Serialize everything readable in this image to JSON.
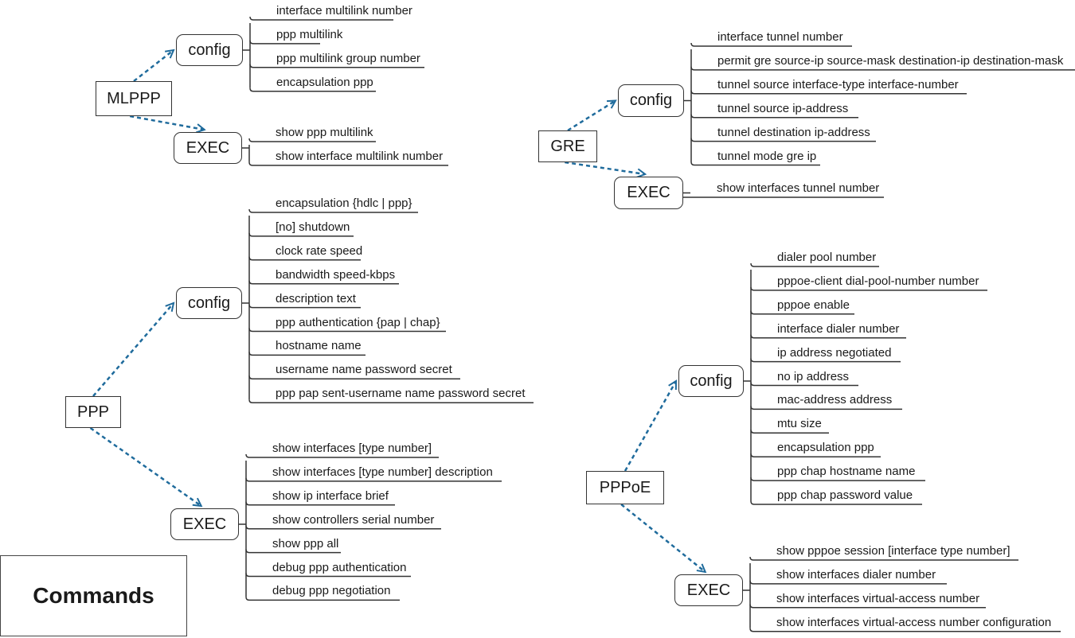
{
  "title": "Commands",
  "colors": {
    "arrow": "#1f6b9c",
    "line": "#333333"
  },
  "groups": [
    {
      "id": "mlppp",
      "name": "MLPPP",
      "modes": [
        {
          "label": "config",
          "commands": [
            "interface multilink number",
            "ppp multilink",
            "ppp multilink group number",
            "encapsulation ppp"
          ]
        },
        {
          "label": "EXEC",
          "commands": [
            "show ppp multilink",
            "show interface multilink number"
          ]
        }
      ]
    },
    {
      "id": "gre",
      "name": "GRE",
      "modes": [
        {
          "label": "config",
          "commands": [
            "interface tunnel number",
            "permit gre source-ip source-mask destination-ip destination-mask",
            "tunnel source interface-type interface-number",
            "tunnel source ip-address",
            "tunnel destination ip-address",
            "tunnel mode gre ip"
          ]
        },
        {
          "label": "EXEC",
          "commands": [
            "show interfaces tunnel number"
          ]
        }
      ]
    },
    {
      "id": "ppp",
      "name": "PPP",
      "modes": [
        {
          "label": "config",
          "commands": [
            "encapsulation {hdlc | ppp}",
            "[no] shutdown",
            "clock rate speed",
            "bandwidth speed-kbps",
            "description text",
            "ppp authentication {pap | chap}",
            "hostname name",
            "username name password secret",
            "ppp pap sent-username name password secret"
          ]
        },
        {
          "label": "EXEC",
          "commands": [
            "show interfaces [type number]",
            "show interfaces [type number] description",
            "show ip interface brief",
            "show controllers serial number",
            "show ppp all",
            "debug ppp authentication",
            "debug ppp negotiation"
          ]
        }
      ]
    },
    {
      "id": "pppoe",
      "name": "PPPoE",
      "modes": [
        {
          "label": "config",
          "commands": [
            "dialer pool number",
            "pppoe-client dial-pool-number number",
            "pppoe enable",
            "interface dialer number",
            "ip address negotiated",
            "no ip address",
            "mac-address address",
            "mtu size",
            "encapsulation ppp",
            "ppp chap hostname name",
            "ppp chap password value"
          ]
        },
        {
          "label": "EXEC",
          "commands": [
            "show pppoe session [interface type number]",
            "show interfaces dialer number",
            "show interfaces virtual-access number",
            "show interfaces virtual-access number configuration"
          ]
        }
      ]
    }
  ]
}
